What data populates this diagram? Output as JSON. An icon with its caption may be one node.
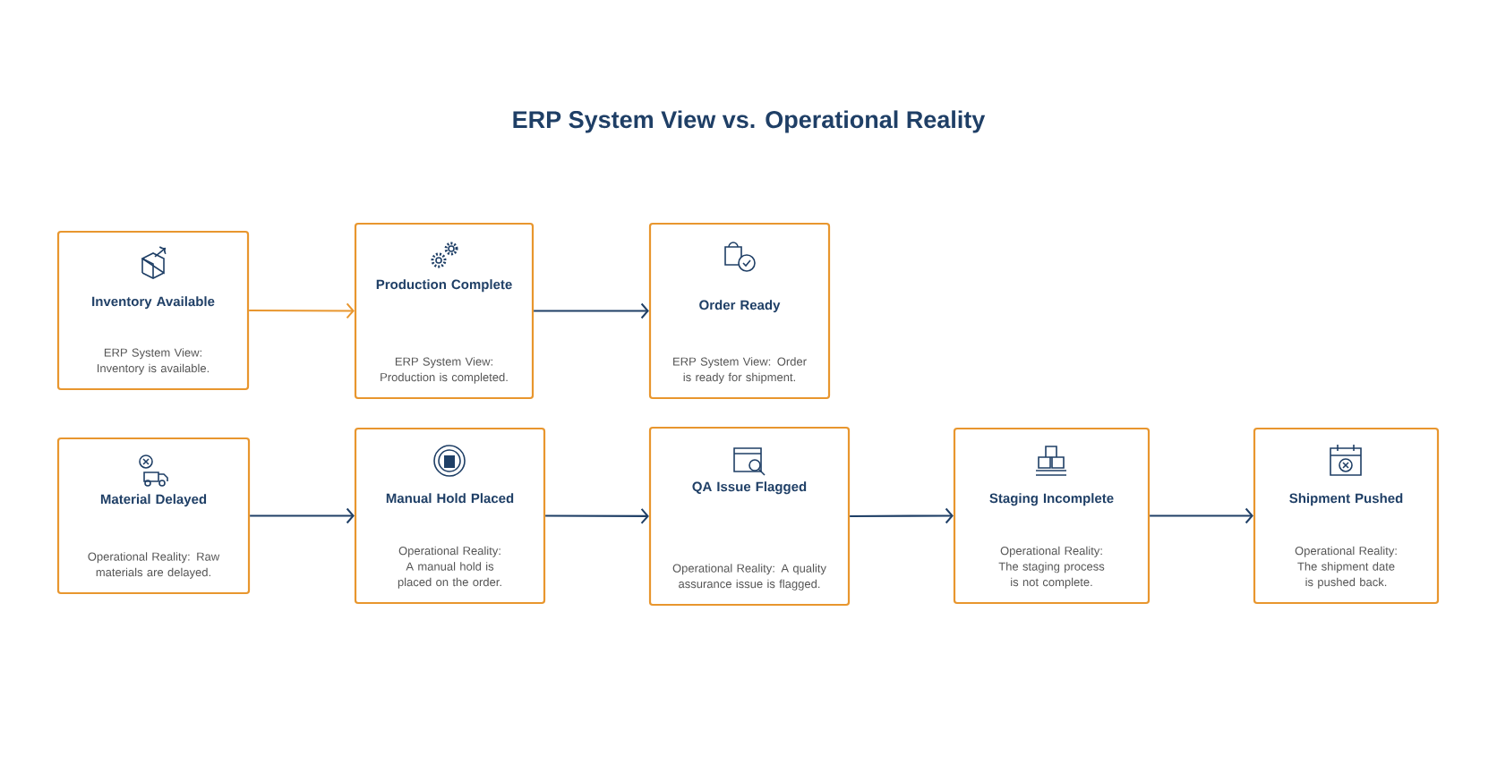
{
  "diagram": {
    "title": "ERP System View vs. Operational Reality",
    "nodes": [
      {
        "text": [
          "Inventory Available",
          "ERP System View: Inventory is available."
        ]
      },
      {
        "text": [
          "Production Complete",
          "ERP System View: Production is completed."
        ]
      },
      {
        "text": [
          "Order Ready",
          "ERP System View: Order is ready for shipment."
        ]
      },
      {
        "text": [
          "Material Delayed",
          "Operational Reality: Raw materials are delayed."
        ]
      },
      {
        "text": [
          "Manual Hold Placed",
          "Operational Reality: A manual hold is placed on the order."
        ]
      },
      {
        "text": [
          "QA Issue Flagged",
          "Operational Reality: A quality assurance issue is flagged."
        ]
      },
      {
        "text": [
          "Staging Incomplete",
          "Operational Reality: The staging process is not complete."
        ]
      },
      {
        "text": [
          "Shipment Pushed",
          "Operational Reality: The shipment date is pushed back."
        ]
      }
    ],
    "edges": [
      {
        "from": 0,
        "to": 1,
        "arrow": "to",
        "color": "#e8962e"
      },
      {
        "from": 1,
        "to": 2,
        "arrow": "to"
      },
      {
        "from": 3,
        "to": 4,
        "arrow": "to"
      },
      {
        "from": 4,
        "to": 5,
        "arrow": "to"
      },
      {
        "from": 5,
        "to": 6,
        "arrow": "to"
      },
      {
        "from": 6,
        "to": 7,
        "arrow": "to"
      }
    ]
  }
}
